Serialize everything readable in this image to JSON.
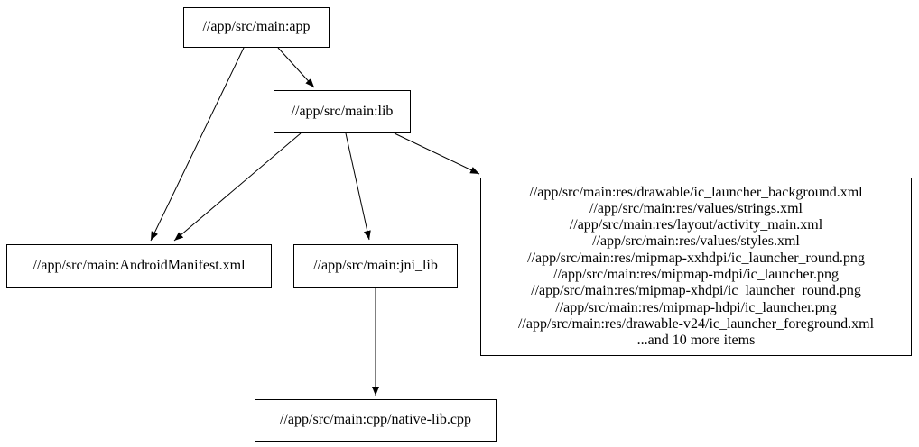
{
  "diagram": {
    "type": "dependency-graph",
    "background_color": "#ffffff",
    "node_border_color": "#000000",
    "edge_color": "#000000",
    "text_color": "#000000",
    "nodes": {
      "app": {
        "label": "//app/src/main:app"
      },
      "lib": {
        "label": "//app/src/main:lib"
      },
      "manifest": {
        "label": "//app/src/main:AndroidManifest.xml"
      },
      "jni_lib": {
        "label": "//app/src/main:jni_lib"
      },
      "res_group": {
        "lines": [
          "//app/src/main:res/drawable/ic_launcher_background.xml",
          "//app/src/main:res/values/strings.xml",
          "//app/src/main:res/layout/activity_main.xml",
          "//app/src/main:res/values/styles.xml",
          "//app/src/main:res/mipmap-xxhdpi/ic_launcher_round.png",
          "//app/src/main:res/mipmap-mdpi/ic_launcher.png",
          "//app/src/main:res/mipmap-xhdpi/ic_launcher_round.png",
          "//app/src/main:res/mipmap-hdpi/ic_launcher.png",
          "//app/src/main:res/drawable-v24/ic_launcher_foreground.xml",
          "...and 10 more items"
        ]
      },
      "native_lib": {
        "label": "//app/src/main:cpp/native-lib.cpp"
      }
    },
    "edges": [
      {
        "from": "//app/src/main:app",
        "to": "//app/src/main:lib"
      },
      {
        "from": "//app/src/main:app",
        "to": "//app/src/main:AndroidManifest.xml"
      },
      {
        "from": "//app/src/main:lib",
        "to": "//app/src/main:AndroidManifest.xml"
      },
      {
        "from": "//app/src/main:lib",
        "to": "//app/src/main:jni_lib"
      },
      {
        "from": "//app/src/main:lib",
        "to": "res-file-group"
      },
      {
        "from": "//app/src/main:jni_lib",
        "to": "//app/src/main:cpp/native-lib.cpp"
      }
    ]
  }
}
